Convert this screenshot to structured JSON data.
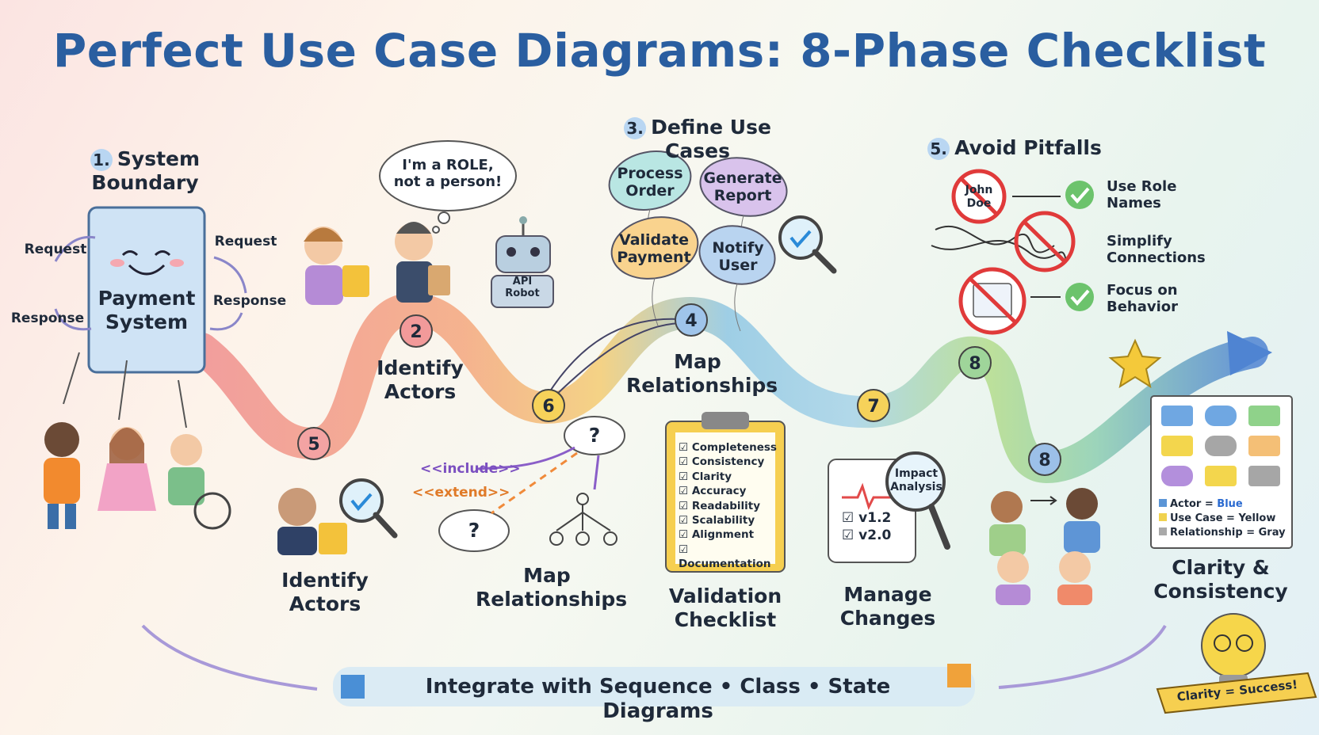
{
  "title": "Perfect Use Case Diagrams: 8-Phase Checklist",
  "phase1": {
    "number": "1.",
    "label_line1": "System",
    "label_line2": "Boundary",
    "system_line1": "Payment",
    "system_line2": "System",
    "left_request": "Request",
    "left_response": "Response",
    "right_request": "Request",
    "right_response": "Response"
  },
  "phase2": {
    "bubble_line1": "I'm a ROLE,",
    "bubble_line2": "not a person!",
    "robot_line1": "API",
    "robot_line2": "Robot",
    "label_line1": "Identify",
    "label_line2": "Actors",
    "bottom_label_line1": "Identify",
    "bottom_label_line2": "Actors"
  },
  "phase3": {
    "number": "3.",
    "label": "Define Use Cases",
    "balloons": [
      {
        "line1": "Process",
        "line2": "Order",
        "color": "#b9e6e3"
      },
      {
        "line1": "Generate",
        "line2": "Report",
        "color": "#d9c3ec"
      },
      {
        "line1": "Validate",
        "line2": "Payment",
        "color": "#f9d38e"
      },
      {
        "line1": "Notify",
        "line2": "User",
        "color": "#b9d4f0"
      }
    ]
  },
  "phase4": {
    "label_line1": "Map",
    "label_line2": "Relationships",
    "bottom_label_line1": "Map",
    "bottom_label_line2": "Relationships",
    "include": "<<include>>",
    "extend": "<<extend>>",
    "question": "?"
  },
  "phase5": {
    "number": "5.",
    "label": "Avoid Pitfalls",
    "john_line1": "John",
    "john_line2": "Doe",
    "items": [
      {
        "line1": "Use Role",
        "line2": "Names"
      },
      {
        "line1": "Simplify",
        "line2": "Connections"
      },
      {
        "line1": "Focus on",
        "line2": "Behavior"
      }
    ]
  },
  "validation": {
    "label_line1": "Validation",
    "label_line2": "Checklist",
    "items": [
      "Completeness",
      "Consistency",
      "Clarity",
      "Accuracy",
      "Readability",
      "Scalability",
      "Alignment",
      "Documentation"
    ]
  },
  "changes": {
    "label_line1": "Manage",
    "label_line2": "Changes",
    "lens_line1": "Impact",
    "lens_line2": "Analysis",
    "v1": "v1.2",
    "v2": "v2.0"
  },
  "clarity": {
    "label_line1": "Clarity &",
    "label_line2": "Consistency",
    "legend": [
      {
        "prefix": "Actor = ",
        "value": "Blue",
        "color": "#5b95d6"
      },
      {
        "prefix": "Use Case = ",
        "value": "Yellow",
        "color": "#f0d24f"
      },
      {
        "prefix": "Relationship = ",
        "value": "Gray",
        "color": "#a9a9a9"
      }
    ],
    "banner": "Clarity = Success!"
  },
  "path_numbers": [
    {
      "text": "2",
      "color": "#f29a9a"
    },
    {
      "text": "5",
      "color": "#f3a3a3"
    },
    {
      "text": "6",
      "color": "#f6d25a"
    },
    {
      "text": "4",
      "color": "#9fc4ea"
    },
    {
      "text": "7",
      "color": "#f6d25a"
    },
    {
      "text": "8",
      "color": "#9fd59a"
    },
    {
      "text": "8",
      "color": "#9cc0e8"
    }
  ],
  "integrate": "Integrate with Sequence • Class • State Diagrams"
}
